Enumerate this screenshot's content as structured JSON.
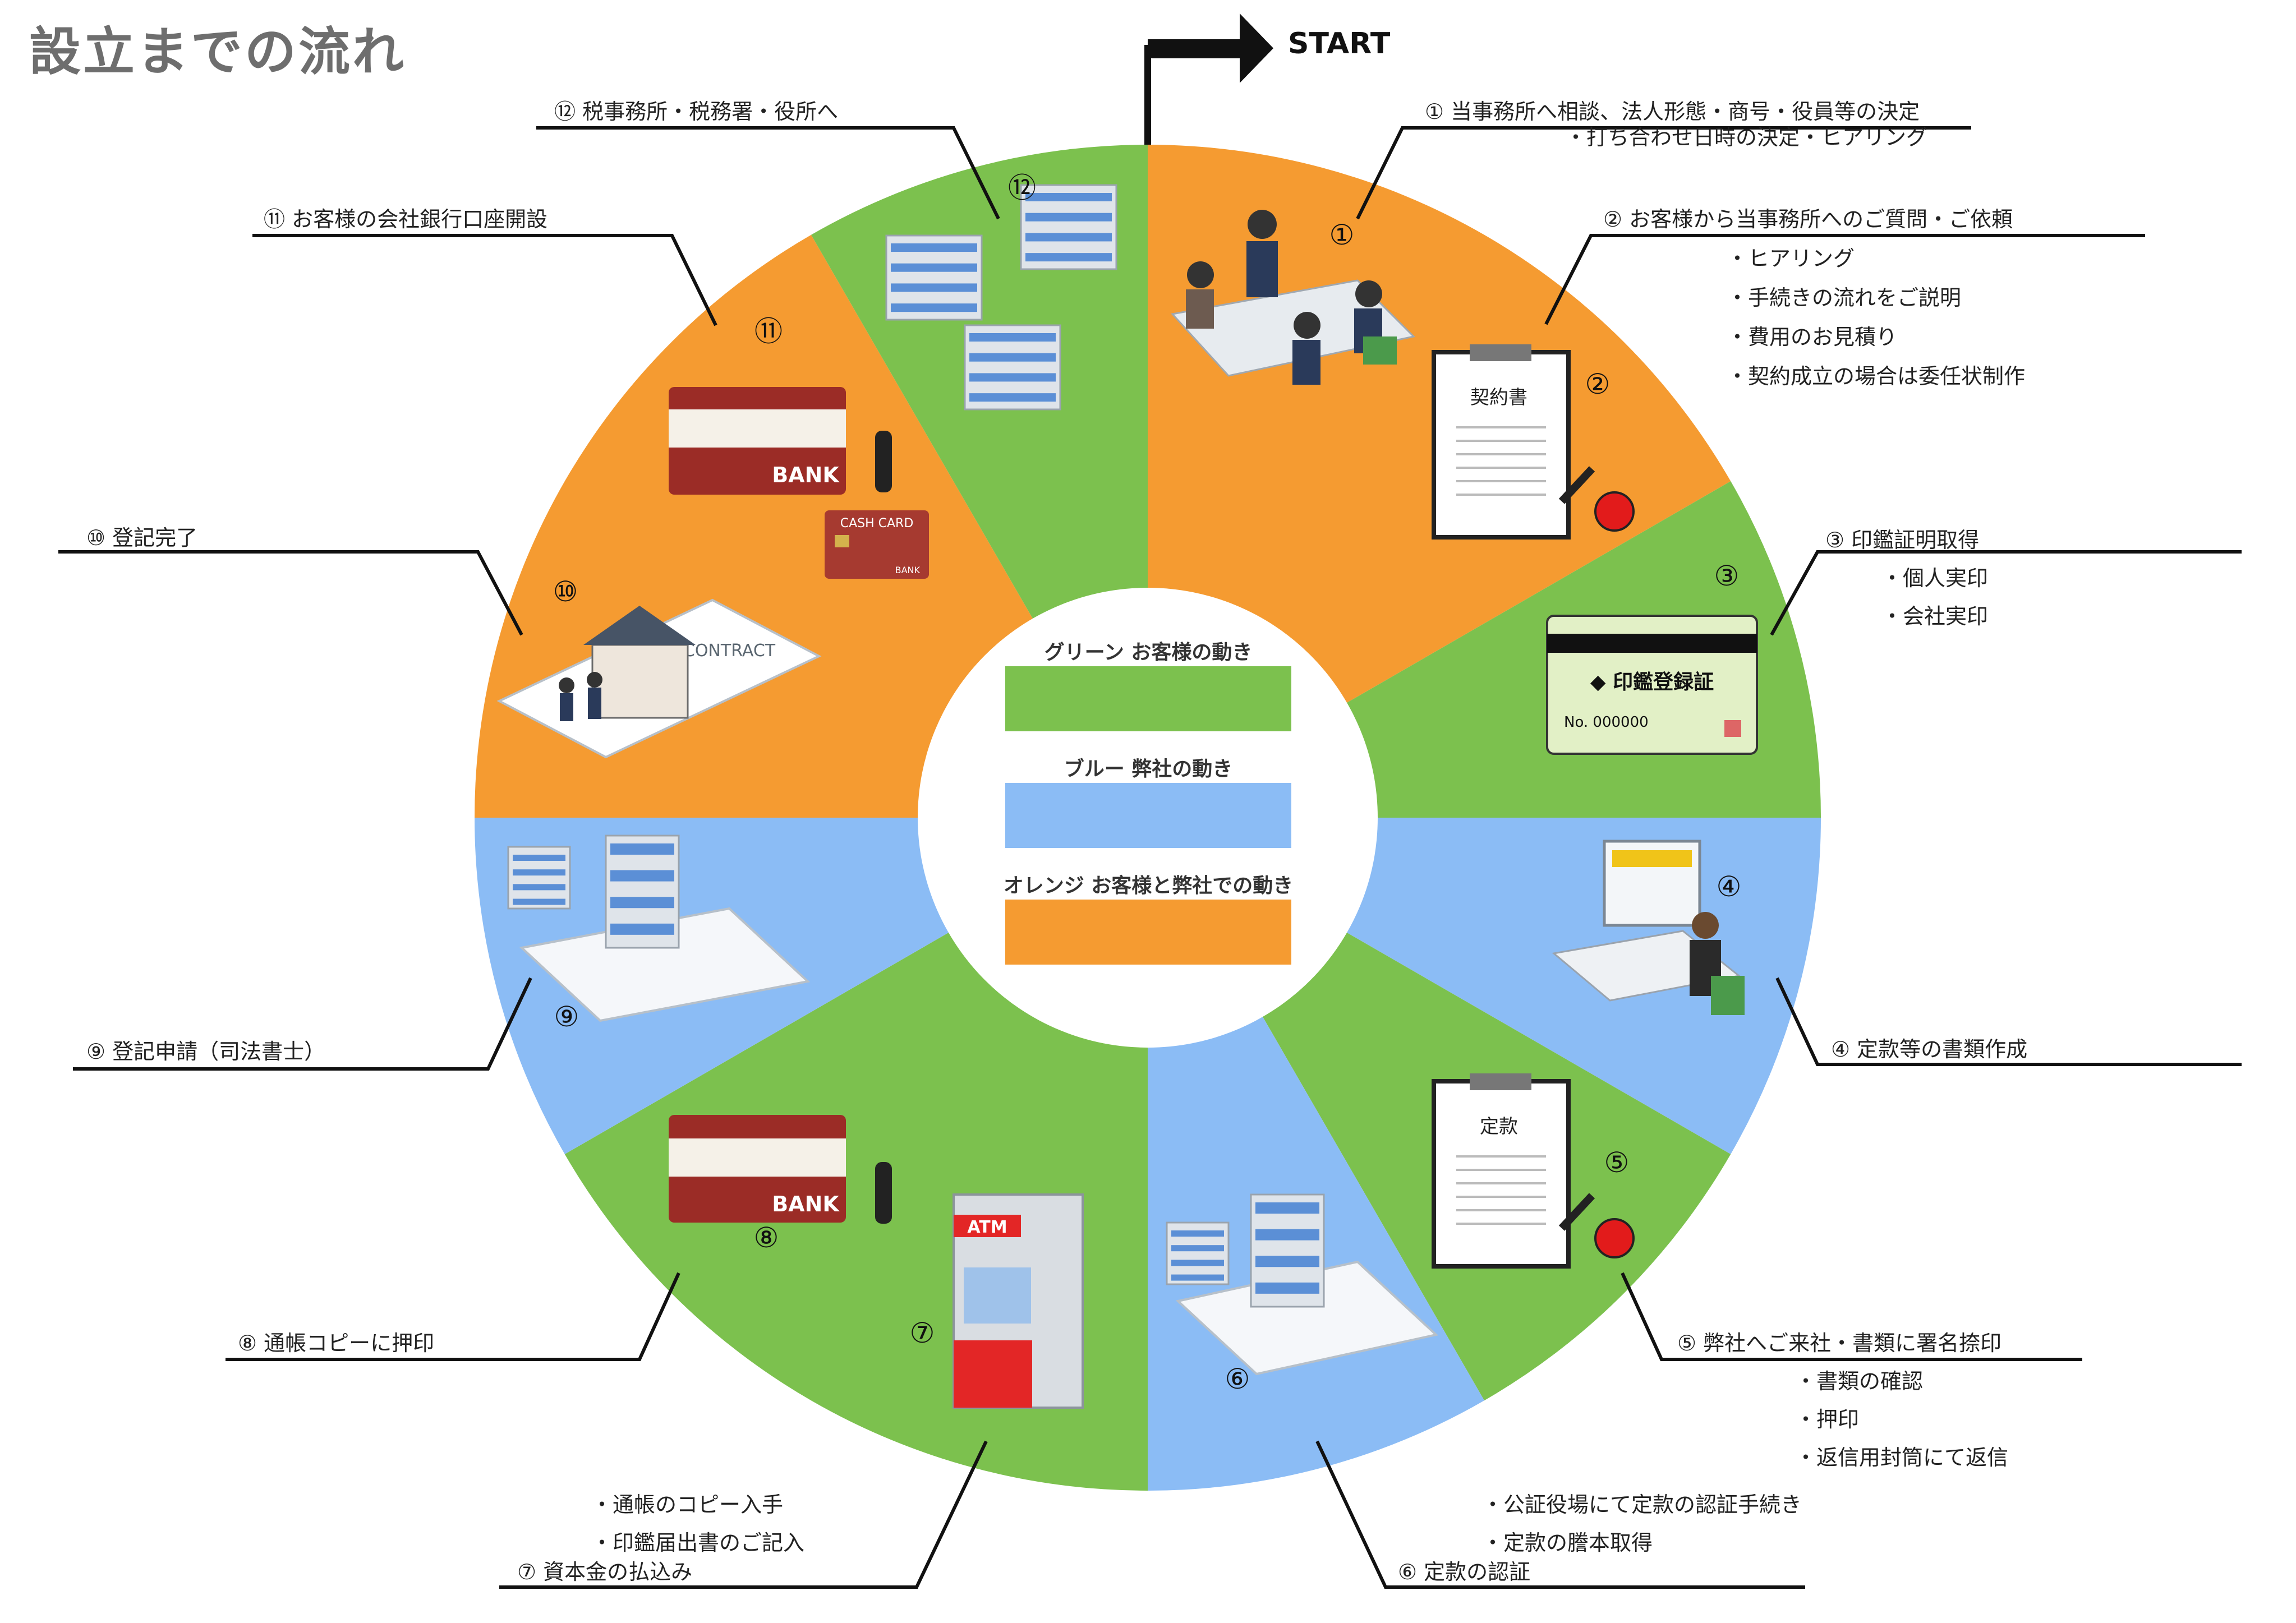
{
  "title": "設立までの流れ",
  "start_label": "START",
  "colors": {
    "green": "#7cc14e",
    "blue": "#8bbcf5",
    "orange": "#f59b31",
    "black": "#111111"
  },
  "steps": [
    {
      "num": "①",
      "lines": [
        "① 当事務所へ相談、法人形態・商号・役員等の決定",
        "・打ち合わせ日時の決定・ヒアリング"
      ],
      "color": "orange",
      "icon": "meeting-icon"
    },
    {
      "num": "②",
      "lines": [
        "② お客様から当事務所へのご質問・ご依頼",
        "・ヒアリング",
        "・手続きの流れをご説明",
        "・費用のお見積り",
        "・契約成立の場合は委任状制作"
      ],
      "color": "orange",
      "icon": "contract-clipboard-icon",
      "doc_label": "契約書"
    },
    {
      "num": "③",
      "lines": [
        "③ 印鑑証明取得",
        "・個人実印",
        "・会社実印"
      ],
      "color": "green",
      "icon": "seal-registration-card-icon",
      "card_title": "◆ 印鑑登録証",
      "card_no": "No. 000000"
    },
    {
      "num": "④",
      "lines": [
        "④ 定款等の書類作成"
      ],
      "color": "blue",
      "icon": "office-worker-icon"
    },
    {
      "num": "⑤",
      "lines": [
        "⑤ 弊社へご来社・書類に署名捺印",
        "・書類の確認",
        "・押印",
        "・返信用封筒にて返信"
      ],
      "color": "green",
      "icon": "articles-clipboard-icon",
      "doc_label": "定款"
    },
    {
      "num": "⑥",
      "lines": [
        "・公証役場にて定款の認証手続き",
        "・定款の謄本取得",
        "⑥ 定款の認証"
      ],
      "color": "blue",
      "icon": "notary-building-icon"
    },
    {
      "num": "⑦",
      "lines": [
        "・通帳のコピー入手",
        "・印鑑届出書のご記入",
        "⑦ 資本金の払込み"
      ],
      "color": "green",
      "icon": "atm-icon",
      "atm_label": "ATM"
    },
    {
      "num": "⑧",
      "lines": [
        "⑧ 通帳コピーに押印"
      ],
      "color": "green",
      "icon": "bankbook-icon",
      "bank_label": "BANK"
    },
    {
      "num": "⑨",
      "lines": [
        "⑨ 登記申請（司法書士）"
      ],
      "color": "blue",
      "icon": "registry-building-icon"
    },
    {
      "num": "⑩",
      "lines": [
        "⑩ 登記完了"
      ],
      "color": "orange",
      "icon": "house-contract-icon",
      "contract_label": "CONTRACT"
    },
    {
      "num": "⑪",
      "lines": [
        "⑪ お客様の会社銀行口座開設"
      ],
      "color": "orange",
      "icon": "bank-card-icon",
      "bank_label": "BANK",
      "card_label": "CASH CARD",
      "card_bank": "BANK"
    },
    {
      "num": "⑫",
      "lines": [
        "⑫ 税事務所・税務署・役所へ"
      ],
      "color": "green",
      "icon": "government-buildings-icon"
    }
  ],
  "legend": [
    {
      "label": "グリーン お客様の動き",
      "color": "green"
    },
    {
      "label": "ブルー 弊社の動き",
      "color": "blue"
    },
    {
      "label": "オレンジ お客様と弊社での動き",
      "color": "orange"
    }
  ]
}
